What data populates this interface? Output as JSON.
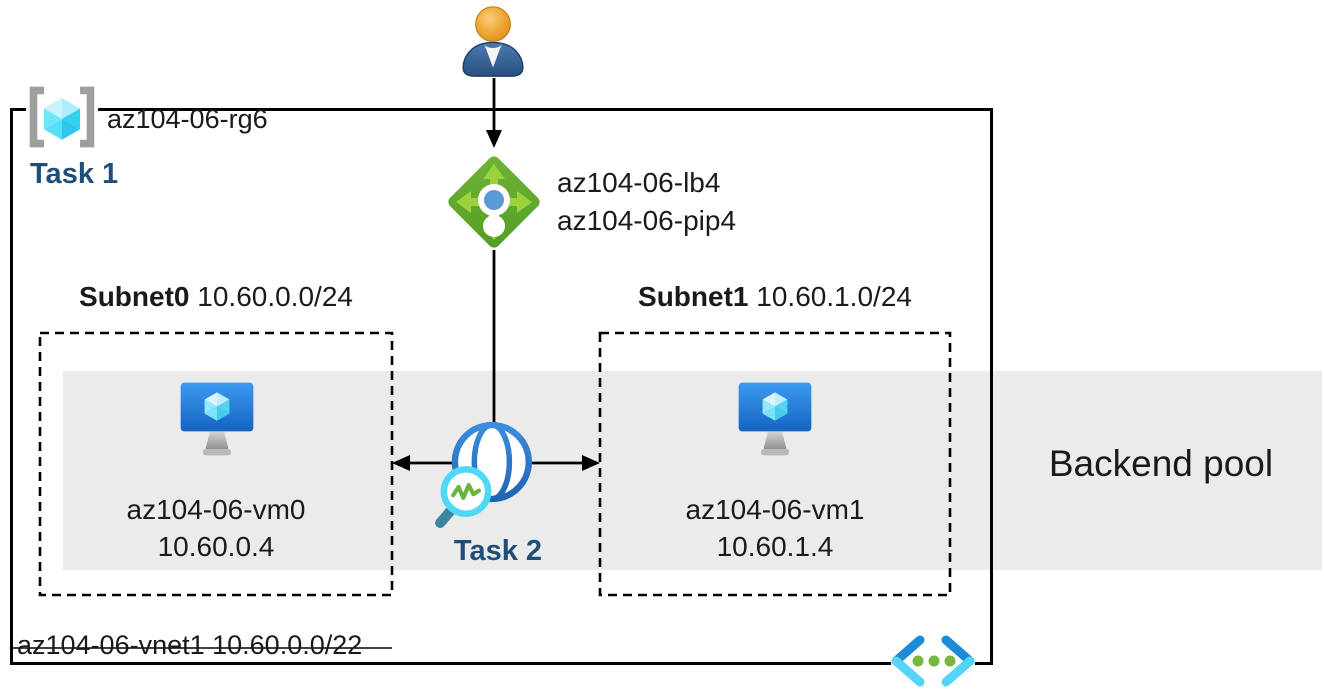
{
  "rg": {
    "label": "az104-06-rg6"
  },
  "tasks": {
    "task1": "Task 1",
    "task2": "Task 2"
  },
  "lb": {
    "name": "az104-06-lb4",
    "pip": "az104-06-pip4"
  },
  "subnets": [
    {
      "name": "Subnet0",
      "cidr": "10.60.0.0/24",
      "vm_name": "az104-06-vm0",
      "vm_ip": "10.60.0.4"
    },
    {
      "name": "Subnet1",
      "cidr": "10.60.1.0/24",
      "vm_name": "az104-06-vm1",
      "vm_ip": "10.60.1.4"
    }
  ],
  "backend_pool_label": "Backend pool",
  "vnet_label": "az104-06-vnet1 10.60.0.0/22",
  "icons": {
    "user-icon": "person head and shoulders",
    "load-balancer-icon": "green diamond with four arrows",
    "resource-group-icon": "gray brackets with cyan cube",
    "vm-icon": "blue monitor with cube",
    "health-probe-icon": "globe with magnifier and pulse line",
    "code-brackets-icon": "angle brackets with three dots"
  },
  "colors": {
    "task_text": "#1f4e79",
    "band_gray": "#ebebeb",
    "lb_green": "#5ea82c",
    "lb_arrow_green": "#9ed23d",
    "lb_dot_blue": "#5b9bd5",
    "cube_cyan": "#50e0f5",
    "vm_blue": "#1e78d7",
    "globe_blue": "#2e7cc8",
    "magnifier_cyan": "#4fd9f4",
    "probe_green": "#6cb33f",
    "code_blue": "#1e8bd8",
    "code_cyan": "#54d5f7",
    "dot_green": "#76b83f",
    "head_orange": "#efa633",
    "body_blue": "#31639c"
  }
}
